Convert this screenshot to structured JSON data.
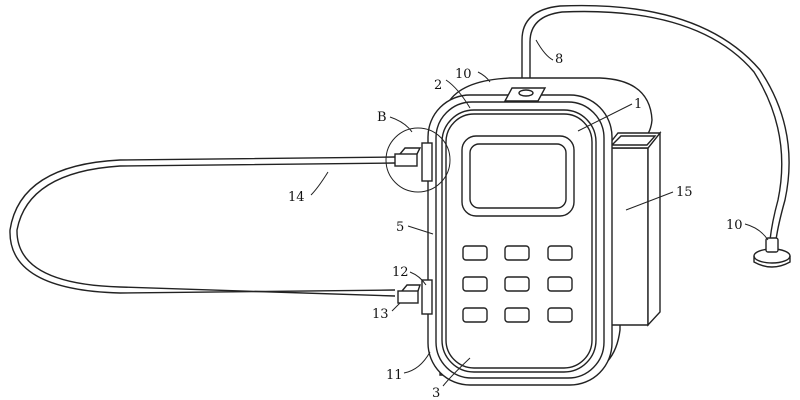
{
  "figure": {
    "labels": {
      "cable_top": "8",
      "band_top": "10",
      "frame": "2",
      "body": "1",
      "detail": "B",
      "pocket": "15",
      "cable_loop": "14",
      "sensor": "10",
      "side": "5",
      "port": "12",
      "plug": "13",
      "shell": "11",
      "bottom": "3"
    },
    "keypad_rows": 3,
    "keypad_cols": 3
  }
}
